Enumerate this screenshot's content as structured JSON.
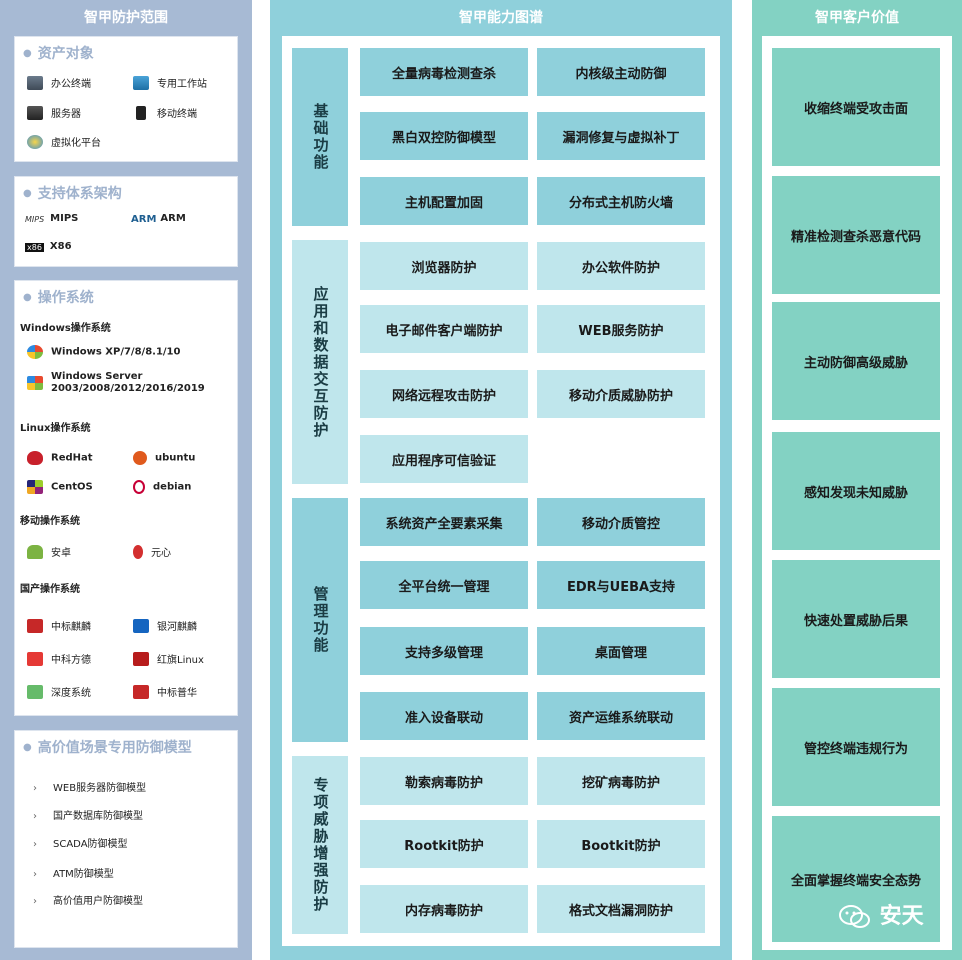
{
  "left": {
    "header": "智甲防护范围",
    "assets": {
      "title": "资产对象",
      "items": [
        "办公终端",
        "专用工作站",
        "服务器",
        "移动终端",
        "虚拟化平台"
      ]
    },
    "arch": {
      "title": "支持体系架构",
      "items": [
        {
          "logo": "MIPS",
          "label": "MIPS"
        },
        {
          "logo": "ARM",
          "label": "ARM"
        },
        {
          "logo": "x86",
          "label": "X86"
        }
      ]
    },
    "os": {
      "title": "操作系统",
      "windows_title": "Windows操作系统",
      "windows": [
        "Windows XP/7/8/8.1/10",
        "Windows Server",
        "2003/2008/2012/2016/2019"
      ],
      "linux_title": "Linux操作系统",
      "linux": [
        "RedHat",
        "ubuntu",
        "CentOS",
        "debian"
      ],
      "mobile_title": "移动操作系统",
      "mobile": [
        "安卓",
        "元心"
      ],
      "domestic_title": "国产操作系统",
      "domestic": [
        "中标麒麟",
        "银河麒麟",
        "中科方德",
        "红旗Linux",
        "深度系统",
        "中标普华"
      ]
    },
    "models": {
      "title": "高价值场景专用防御模型",
      "items": [
        "WEB服务器防御模型",
        "国产数据库防御模型",
        "SCADA防御模型",
        "ATM防御模型",
        "高价值用户防御模型"
      ]
    }
  },
  "middle": {
    "header": "智甲能力图谱",
    "categories": [
      {
        "label": "基础功能"
      },
      {
        "label": "应用和数据交互防护"
      },
      {
        "label": "管理功能"
      },
      {
        "label": "专项威胁增强防护"
      }
    ],
    "cells": [
      "全量病毒检测查杀",
      "内核级主动防御",
      "黑白双控防御模型",
      "漏洞修复与虚拟补丁",
      "主机配置加固",
      "分布式主机防火墙",
      "浏览器防护",
      "办公软件防护",
      "电子邮件客户端防护",
      "WEB服务防护",
      "网络远程攻击防护",
      "移动介质威胁防护",
      "应用程序可信验证",
      "系统资产全要素采集",
      "移动介质管控",
      "全平台统一管理",
      "EDR与UEBA支持",
      "支持多级管理",
      "桌面管理",
      "准入设备联动",
      "资产运维系统联动",
      "勒索病毒防护",
      "挖矿病毒防护",
      "Rootkit防护",
      "Bootkit防护",
      "内存病毒防护",
      "格式文档漏洞防护"
    ]
  },
  "right": {
    "header": "智甲客户价值",
    "values": [
      "收缩终端受攻击面",
      "精准检测查杀恶意代码",
      "主动防御高级威胁",
      "感知发现未知威胁",
      "快速处置威胁后果",
      "管控终端违规行为",
      "全面掌握终端安全态势"
    ],
    "watermark": "安天"
  },
  "colors": {
    "left_bg": "#a7bad4",
    "mid_bg": "#8fd0db",
    "mid_light": "#bfe6ec",
    "right_bg": "#83d2c3"
  }
}
